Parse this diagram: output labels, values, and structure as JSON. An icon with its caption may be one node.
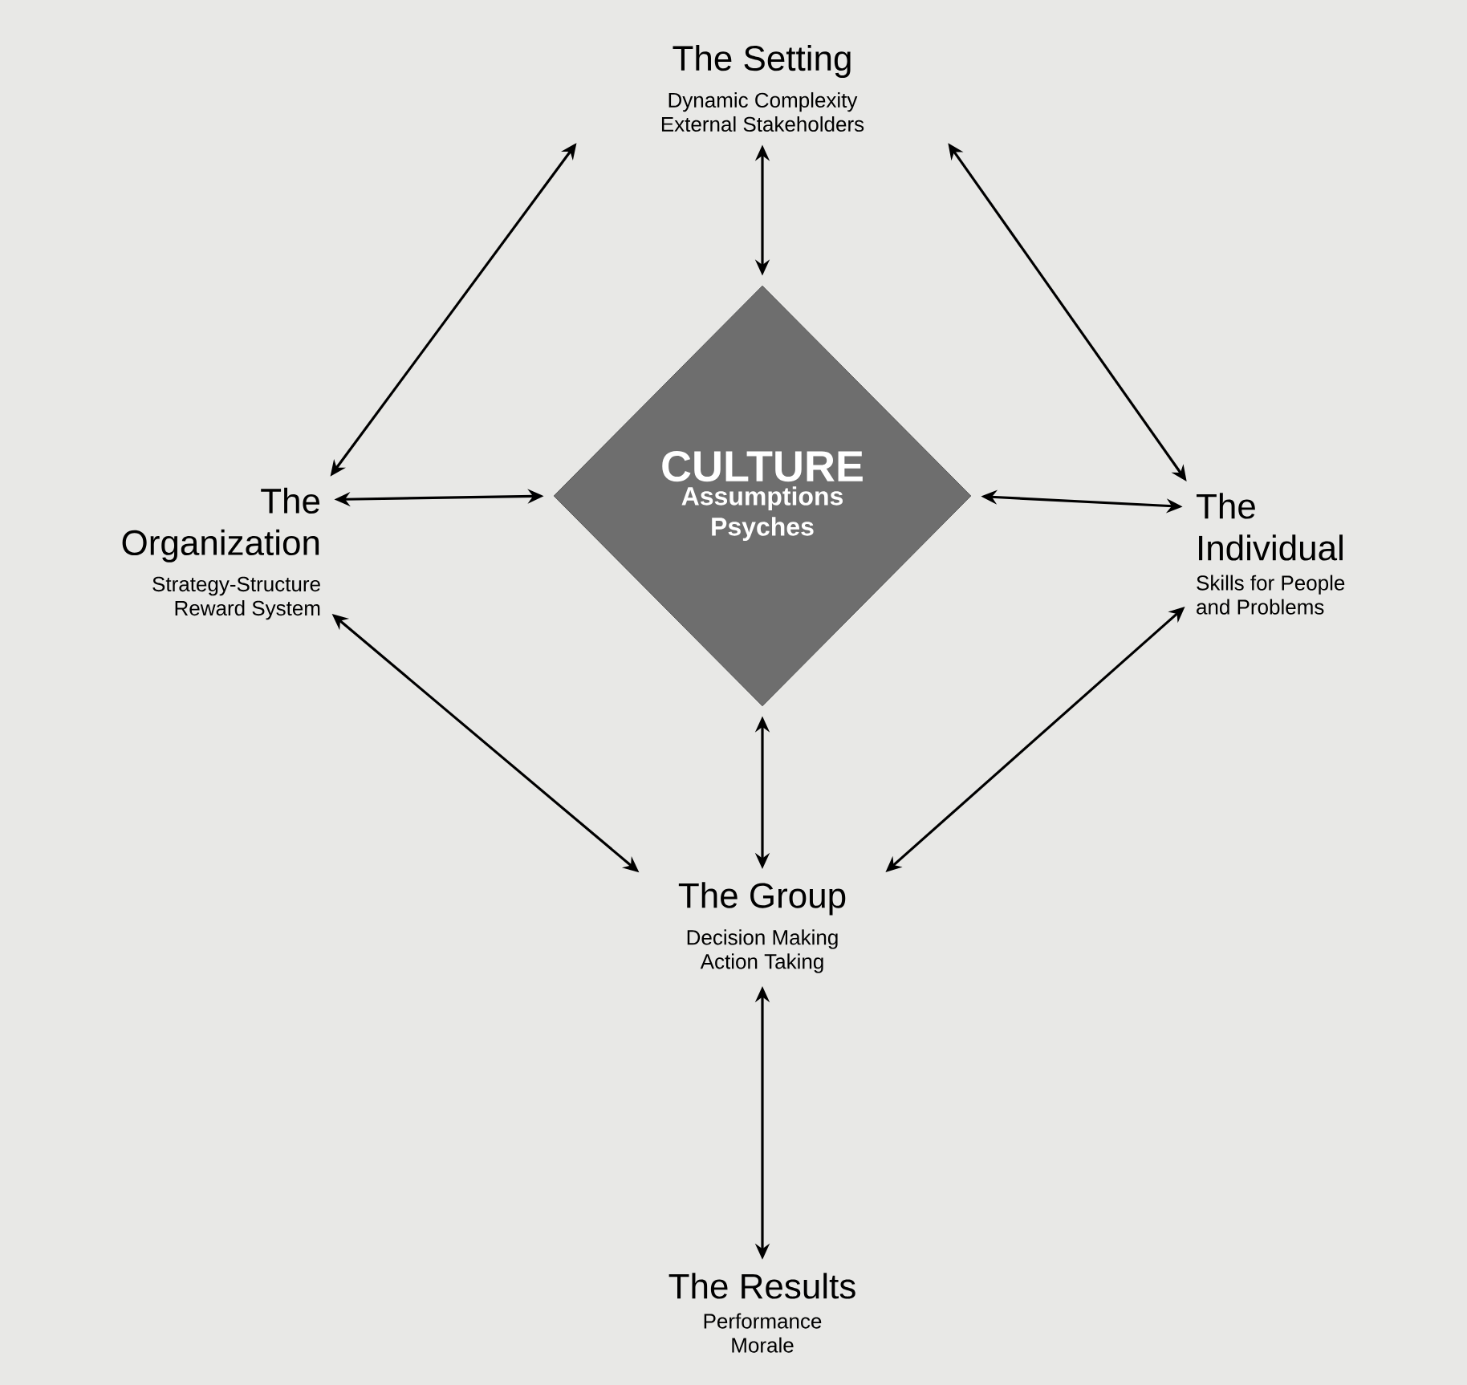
{
  "diagram": {
    "nodes": [
      {
        "text": [
          "The Setting",
          "Dynamic Complexity External Stakeholders"
        ]
      },
      {
        "text": [
          "The Organization",
          "Strategy-Structure Reward System"
        ]
      },
      {
        "text": [
          "CULTURE",
          "Assumptions Psyches"
        ]
      },
      {
        "text": [
          "The Individual",
          "Skills for People and Problems"
        ]
      },
      {
        "text": [
          "The Group",
          "Decision Making Action Taking"
        ]
      },
      {
        "text": [
          "The Results",
          "Performance Morale"
        ]
      }
    ],
    "edges": [
      {
        "from": 0,
        "to": 1,
        "arrow": "both"
      },
      {
        "from": 0,
        "to": 2,
        "arrow": "both"
      },
      {
        "from": 0,
        "to": 3,
        "arrow": "both"
      },
      {
        "from": 1,
        "to": 2,
        "arrow": "both"
      },
      {
        "from": 2,
        "to": 3,
        "arrow": "both"
      },
      {
        "from": 1,
        "to": 4,
        "arrow": "both"
      },
      {
        "from": 2,
        "to": 4,
        "arrow": "both"
      },
      {
        "from": 3,
        "to": 4,
        "arrow": "both"
      },
      {
        "from": 4,
        "to": 5,
        "arrow": "both"
      }
    ]
  }
}
